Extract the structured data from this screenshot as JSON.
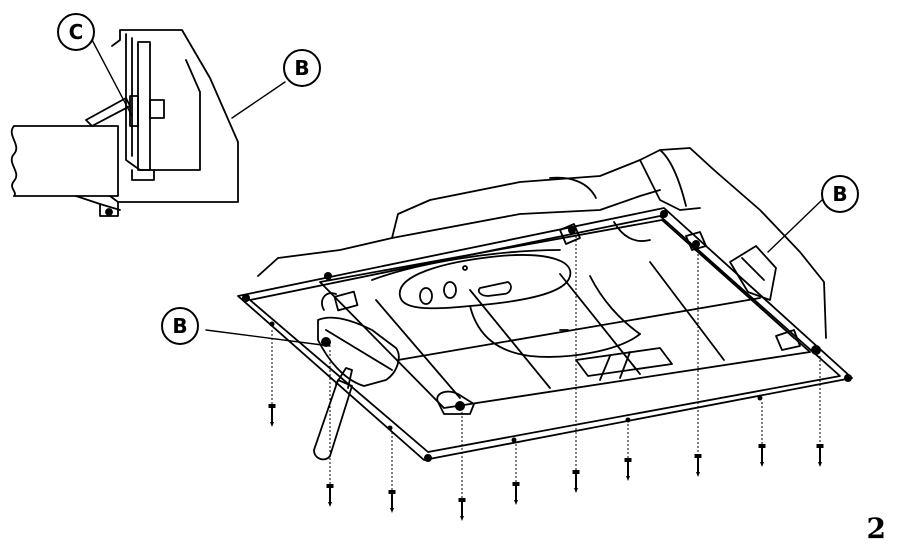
{
  "callouts": {
    "detail_c": "C",
    "detail_b": "B",
    "right_b": "B",
    "left_b": "B"
  },
  "page_number": "2"
}
